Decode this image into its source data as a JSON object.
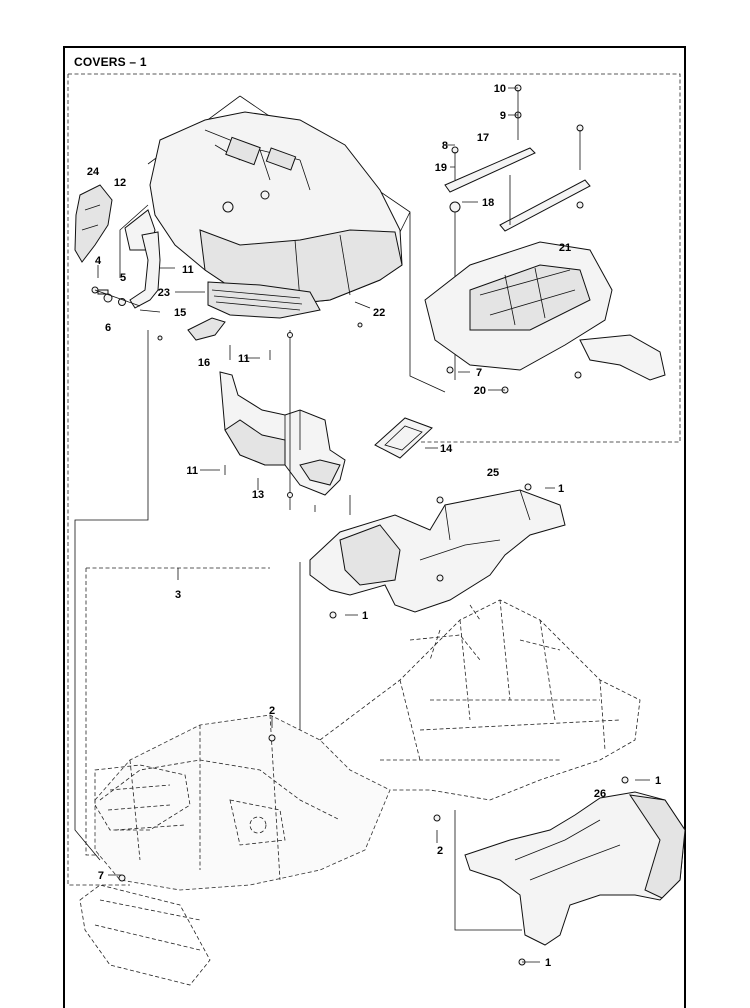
{
  "title": "COVERS – 1",
  "callouts": [
    {
      "id": "c10",
      "text": "10"
    },
    {
      "id": "c9",
      "text": "9"
    },
    {
      "id": "c8",
      "text": "8"
    },
    {
      "id": "c17",
      "text": "17"
    },
    {
      "id": "c19",
      "text": "19"
    },
    {
      "id": "c18",
      "text": "18"
    },
    {
      "id": "c21",
      "text": "21"
    },
    {
      "id": "c24",
      "text": "24"
    },
    {
      "id": "c12",
      "text": "12"
    },
    {
      "id": "c11a",
      "text": "11"
    },
    {
      "id": "c4",
      "text": "4"
    },
    {
      "id": "c5",
      "text": "5"
    },
    {
      "id": "c6",
      "text": "6"
    },
    {
      "id": "c23",
      "text": "23"
    },
    {
      "id": "c15",
      "text": "15"
    },
    {
      "id": "c22",
      "text": "22"
    },
    {
      "id": "c16",
      "text": "16"
    },
    {
      "id": "c11b",
      "text": "11"
    },
    {
      "id": "c7a",
      "text": "7"
    },
    {
      "id": "c20",
      "text": "20"
    },
    {
      "id": "c14",
      "text": "14"
    },
    {
      "id": "c11c",
      "text": "11"
    },
    {
      "id": "c13",
      "text": "13"
    },
    {
      "id": "c25",
      "text": "25"
    },
    {
      "id": "c1a",
      "text": "1"
    },
    {
      "id": "c3",
      "text": "3"
    },
    {
      "id": "c1b",
      "text": "1"
    },
    {
      "id": "c2a",
      "text": "2"
    },
    {
      "id": "c1c",
      "text": "1"
    },
    {
      "id": "c26",
      "text": "26"
    },
    {
      "id": "c2b",
      "text": "2"
    },
    {
      "id": "c7b",
      "text": "7"
    },
    {
      "id": "c1d",
      "text": "1"
    }
  ]
}
